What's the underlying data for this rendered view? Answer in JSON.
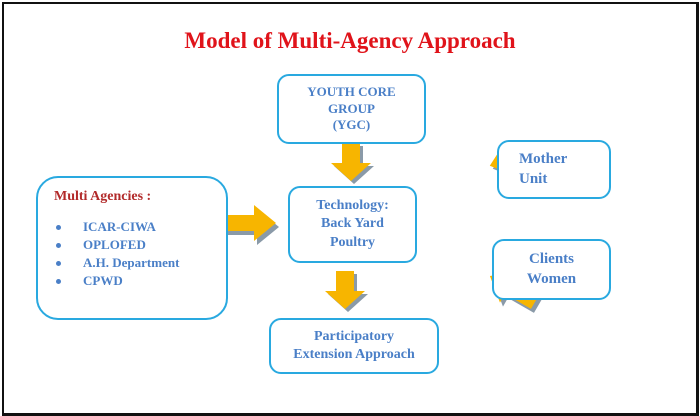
{
  "title": "Model of Multi-Agency Approach",
  "colors": {
    "title": "#e0131a",
    "box_border": "#29a9e0",
    "box_text": "#4a7fc7",
    "heading_text": "#b22a2a",
    "arrow_fill": "#f7b500",
    "arrow_shadow": "#8a9aa8"
  },
  "nodes": {
    "ygc": {
      "lines": [
        "YOUTH CORE",
        "GROUP",
        "(YGC)"
      ]
    },
    "technology": {
      "lines": [
        "Technology:",
        "Back Yard",
        "Poultry"
      ]
    },
    "multi_agencies": {
      "heading": "Multi Agencies :",
      "items": [
        "ICAR-CIWA",
        "OPLOFED",
        "A.H. Department",
        "CPWD"
      ]
    },
    "mother_unit": {
      "lines": [
        "Mother",
        "Unit"
      ]
    },
    "clients_women": {
      "lines": [
        "Clients",
        "Women"
      ]
    },
    "participatory": {
      "lines": [
        "Participatory",
        "Extension Approach"
      ]
    }
  },
  "edges": [
    {
      "from": "ygc",
      "to": "technology",
      "icon": "arrow-down-icon"
    },
    {
      "from": "multi_agencies",
      "to": "technology",
      "icon": "arrow-right-icon"
    },
    {
      "from": "mother_unit",
      "to": "technology",
      "icon": "arrow-down-left-icon"
    },
    {
      "from": "clients_women",
      "to": "technology",
      "icon": "arrow-up-left-icon"
    },
    {
      "from": "technology",
      "to": "participatory",
      "icon": "arrow-down-icon"
    }
  ]
}
